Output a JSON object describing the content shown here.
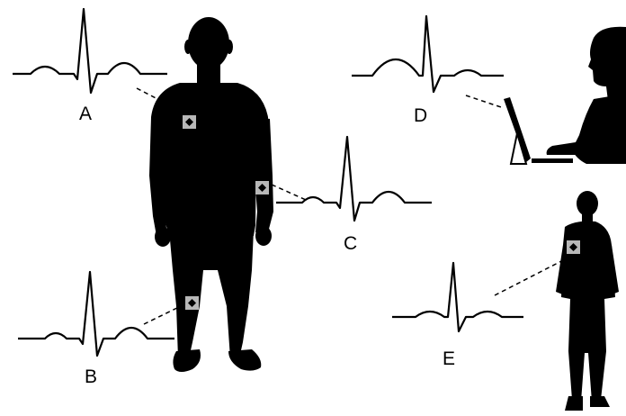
{
  "labels": {
    "a": "A",
    "b": "B",
    "c": "C",
    "d": "D",
    "e": "E"
  },
  "colors": {
    "silhouette": "#000000",
    "trace": "#000000",
    "sensor_fill": "#b8b8b8",
    "sensor_mark": "#000000",
    "connector": "#000000",
    "background": "#ffffff"
  },
  "icons": {
    "sensor": "sensor-patch-icon",
    "standing_man": "standing-man-silhouette",
    "seated_woman": "seated-woman-silhouette",
    "small_man": "standing-man-small-silhouette"
  }
}
